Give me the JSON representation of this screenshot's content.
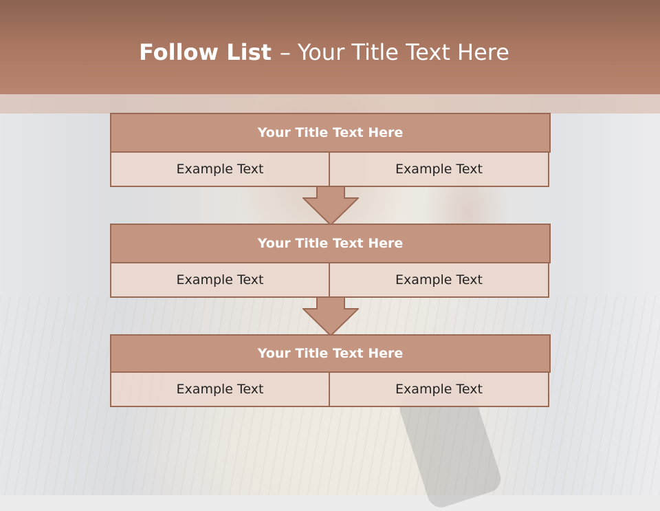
{
  "slide": {
    "title_bold": "Follow List",
    "title_separator": "–",
    "title_rest": "Your Title Text Here"
  },
  "blocks": [
    {
      "title": "Your Title Text Here",
      "left": "Example Text",
      "right": "Example Text"
    },
    {
      "title": "Your Title Text Here",
      "left": "Example Text",
      "right": "Example Text"
    },
    {
      "title": "Your Title Text Here",
      "left": "Example Text",
      "right": "Example Text"
    }
  ],
  "colors": {
    "header_top": "#8b6350",
    "header_bottom": "#ba8570",
    "block_title_fill": "#c49580",
    "cell_fill": "#ead8ce",
    "border": "#9b6a55"
  }
}
